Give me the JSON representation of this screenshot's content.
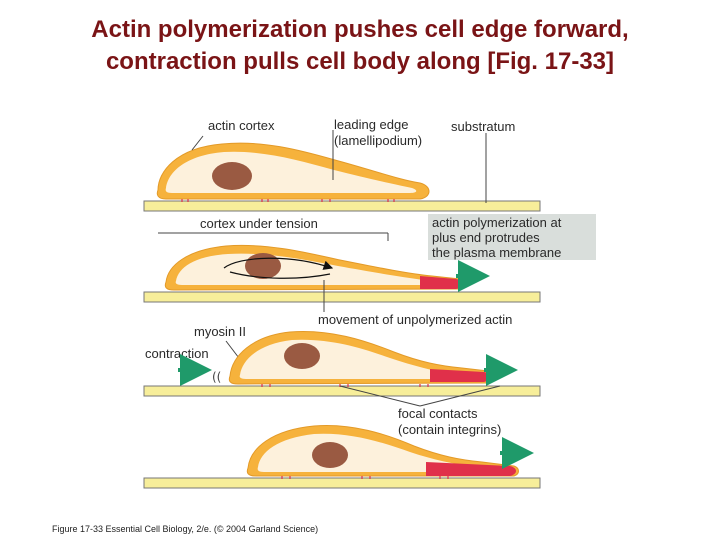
{
  "title": {
    "line1": "Actin polymerization pushes cell edge forward,",
    "line2": "contraction pulls cell body along [Fig. 17-33]"
  },
  "labels": {
    "actin_cortex": "actin cortex",
    "leading_edge_1": "leading edge",
    "leading_edge_2": "(lamellipodium)",
    "substratum": "substratum",
    "cortex_tension": "cortex under tension",
    "actin_poly_1": "actin polymerization at",
    "actin_poly_2": "plus end protrudes",
    "actin_poly_3": "the plasma membrane",
    "unpolymerized": "movement of unpolymerized actin",
    "myosin": "myosin II",
    "contraction": "contraction",
    "focal_1": "focal contacts",
    "focal_2": "(contain integrins)"
  },
  "caption": "Figure 17-33  Essential Cell Biology, 2/e. (© 2004 Garland Science)",
  "colors": {
    "title": "#7a1416",
    "cell_fill": "#fdf1dc",
    "cortex": "#f6b23c",
    "nucleus": "#9a5a42",
    "actin_red": "#e0304a",
    "arrow_green": "#1f9a6a",
    "substratum": "#f7ee9a",
    "callout_bg": "#d9dedb"
  }
}
